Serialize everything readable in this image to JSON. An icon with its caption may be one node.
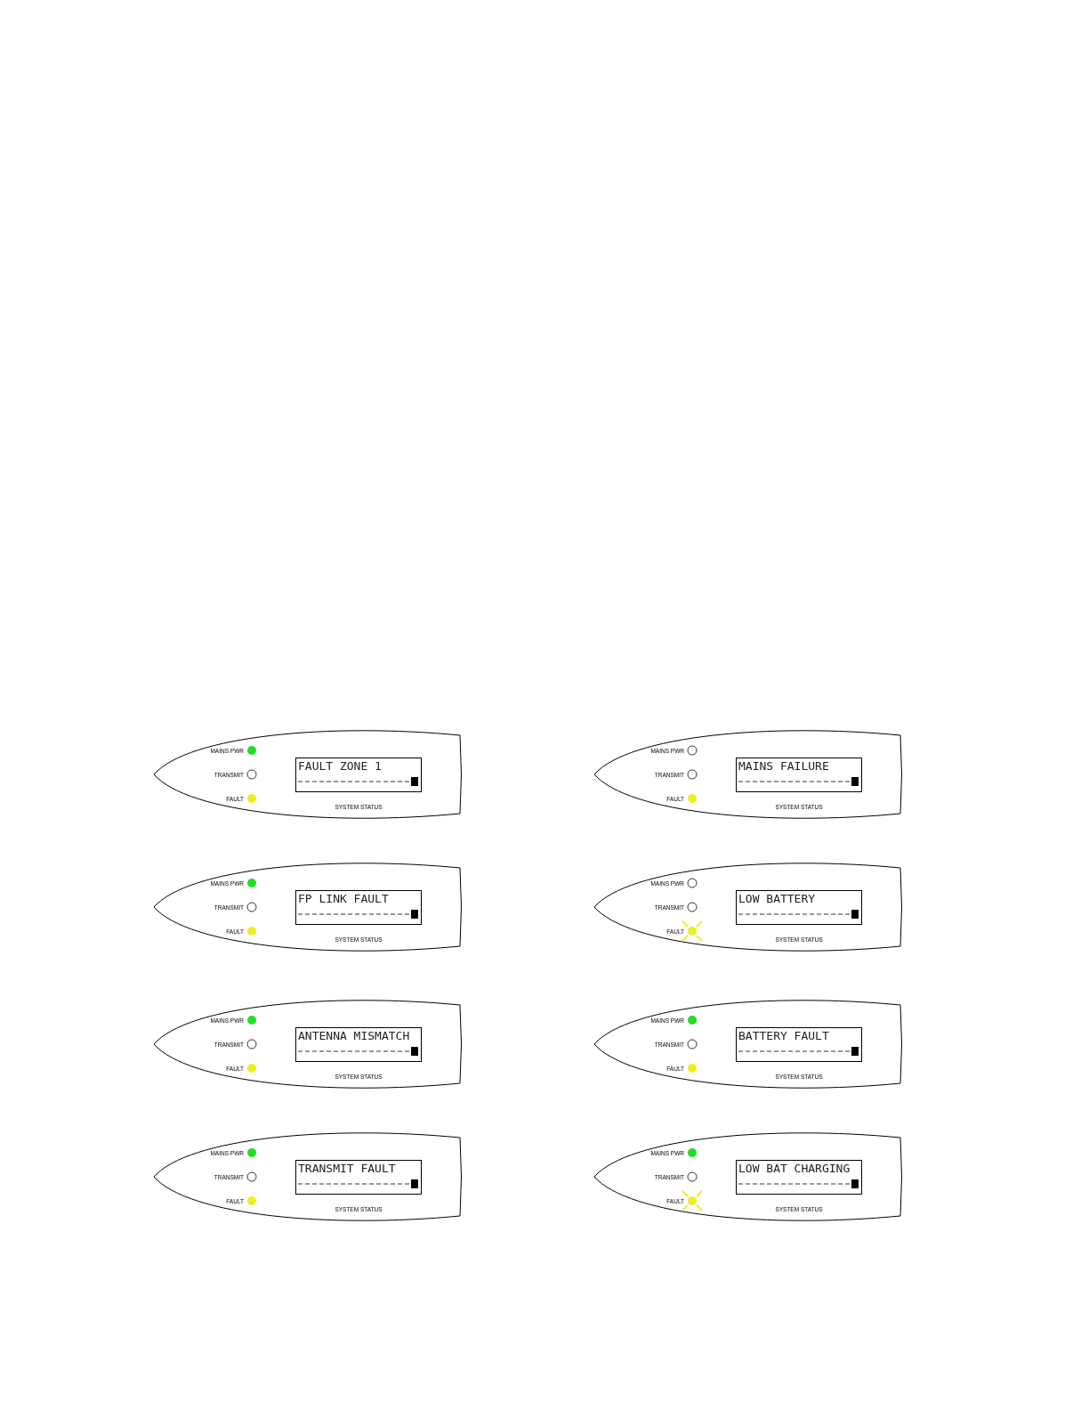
{
  "diagram": {
    "nodes": [
      {
        "text": [],
        "shape": "panel"
      },
      {
        "text": [
          "MAINS PWR"
        ],
        "in": 0
      },
      {
        "text": [
          "TRANSMIT"
        ],
        "in": 0
      },
      {
        "text": [
          "FAULT"
        ],
        "in": 0
      },
      {
        "text": [
          "FAULT ZONE 1"
        ],
        "in": 0,
        "beside": [
          "SYSTEM STATUS"
        ]
      },
      {
        "text": [],
        "shape": "panel"
      },
      {
        "text": [
          "MAINS PWR"
        ],
        "in": 5
      },
      {
        "text": [
          "TRANSMIT"
        ],
        "in": 5
      },
      {
        "text": [
          "FAULT"
        ],
        "in": 5
      },
      {
        "text": [
          "MAINS FAILURE"
        ],
        "in": 5,
        "beside": [
          "SYSTEM STATUS"
        ]
      },
      {
        "text": [],
        "shape": "panel"
      },
      {
        "text": [
          "MAINS PWR"
        ],
        "in": 10
      },
      {
        "text": [
          "TRANSMIT"
        ],
        "in": 10
      },
      {
        "text": [
          "FAULT"
        ],
        "in": 10
      },
      {
        "text": [
          "FP LINK FAULT"
        ],
        "in": 10,
        "beside": [
          "SYSTEM STATUS"
        ]
      },
      {
        "text": [],
        "shape": "panel"
      },
      {
        "text": [
          "MAINS PWR"
        ],
        "in": 15
      },
      {
        "text": [
          "TRANSMIT"
        ],
        "in": 15
      },
      {
        "text": [
          "FAULT"
        ],
        "in": 15
      },
      {
        "text": [
          "LOW BATTERY"
        ],
        "in": 15,
        "beside": [
          "SYSTEM STATUS"
        ]
      },
      {
        "text": [],
        "shape": "panel"
      },
      {
        "text": [
          "MAINS PWR"
        ],
        "in": 20
      },
      {
        "text": [
          "TRANSMIT"
        ],
        "in": 20
      },
      {
        "text": [
          "FAULT"
        ],
        "in": 20
      },
      {
        "text": [
          "ANTENNA MISMATCH"
        ],
        "in": 20,
        "beside": [
          "SYSTEM STATUS"
        ]
      },
      {
        "text": [],
        "shape": "panel"
      },
      {
        "text": [
          "MAINS PWR"
        ],
        "in": 25
      },
      {
        "text": [
          "TRANSMIT"
        ],
        "in": 25
      },
      {
        "text": [
          "FAULT"
        ],
        "in": 25
      },
      {
        "text": [
          "BATTERY FAULT"
        ],
        "in": 25,
        "beside": [
          "SYSTEM STATUS"
        ]
      },
      {
        "text": [],
        "shape": "panel"
      },
      {
        "text": [
          "MAINS PWR"
        ],
        "in": 30
      },
      {
        "text": [
          "TRANSMIT"
        ],
        "in": 30
      },
      {
        "text": [
          "FAULT"
        ],
        "in": 30
      },
      {
        "text": [
          "TRANSMIT FAULT"
        ],
        "in": 30,
        "beside": [
          "SYSTEM STATUS"
        ]
      },
      {
        "text": [],
        "shape": "panel"
      },
      {
        "text": [
          "MAINS PWR"
        ],
        "in": 35
      },
      {
        "text": [
          "TRANSMIT"
        ],
        "in": 35
      },
      {
        "text": [
          "FAULT"
        ],
        "in": 35
      },
      {
        "text": [
          "LOW BAT CHARGING"
        ],
        "in": 35,
        "beside": [
          "SYSTEM STATUS"
        ]
      }
    ]
  }
}
